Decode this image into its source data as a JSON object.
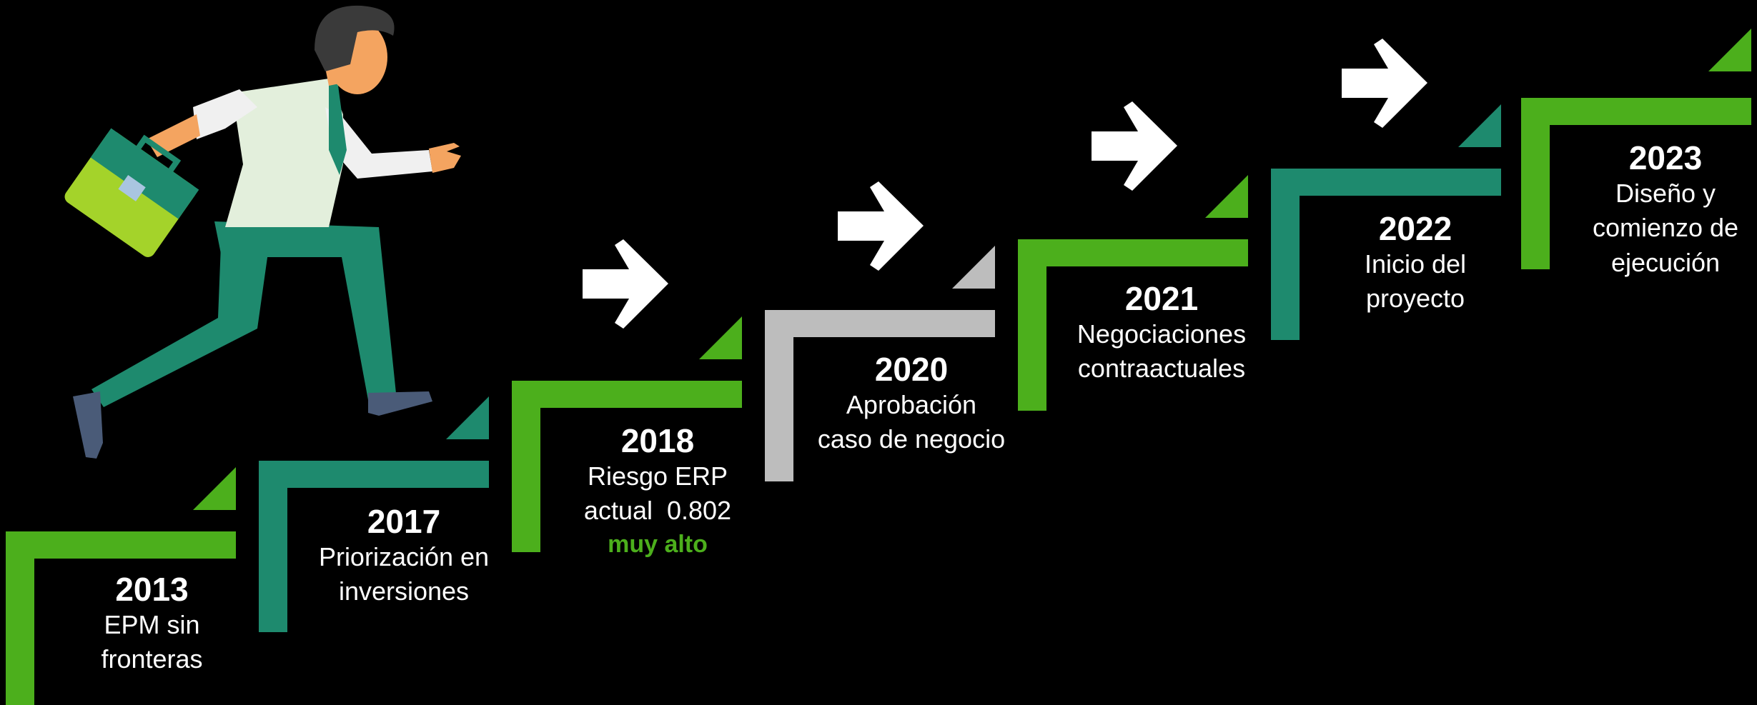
{
  "colors": {
    "green": "#4caf1c",
    "teal": "#1e8a6e",
    "gray": "#bdbdbd",
    "background": "#000000",
    "highlight": "#4caf1c"
  },
  "steps": [
    {
      "year": "2013",
      "desc": [
        "EPM sin",
        "fronteras"
      ],
      "color": "green"
    },
    {
      "year": "2017",
      "desc": [
        "Priorización en",
        "inversiones"
      ],
      "color": "teal"
    },
    {
      "year": "2018",
      "desc": [
        "Riesgo ERP",
        "actual  0.802"
      ],
      "highlight": "muy alto",
      "color": "green"
    },
    {
      "year": "2020",
      "desc": [
        "Aprobación",
        "caso de negocio"
      ],
      "color": "gray"
    },
    {
      "year": "2021",
      "desc": [
        "Negociaciones",
        "contraactuales"
      ],
      "color": "green"
    },
    {
      "year": "2022",
      "desc": [
        "Inicio del",
        "proyecto"
      ],
      "color": "teal"
    },
    {
      "year": "2023",
      "desc": [
        "Diseño y",
        "comienzo de",
        "ejecución"
      ],
      "color": "green"
    }
  ],
  "icons": {
    "arrow": "right-arrow-icon",
    "person": "running-businessman-icon"
  }
}
